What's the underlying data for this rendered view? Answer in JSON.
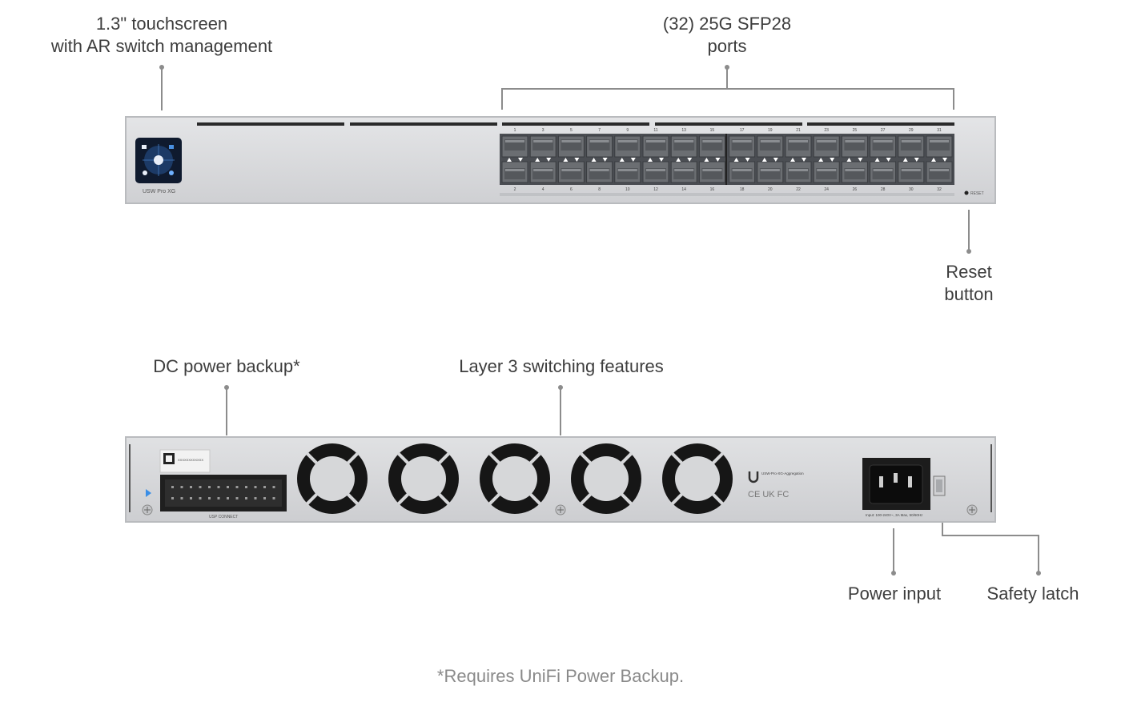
{
  "callouts": {
    "touchscreen": [
      "1.3\" touchscreen",
      "with AR switch management"
    ],
    "ports": [
      "(32) 25G SFP28",
      "ports"
    ],
    "reset": [
      "Reset",
      "button"
    ],
    "dc_power": "DC power backup*",
    "layer3": "Layer 3 switching features",
    "power_input": "Power input",
    "safety_latch": "Safety latch"
  },
  "footnote": "*Requires UniFi Power Backup.",
  "front": {
    "model_label": "USW Pro XG",
    "reset_label": "RESET",
    "top_port_numbers": [
      "1",
      "3",
      "5",
      "7",
      "9",
      "11",
      "13",
      "15",
      "17",
      "19",
      "21",
      "23",
      "25",
      "27",
      "29",
      "31"
    ],
    "bottom_port_numbers": [
      "2",
      "4",
      "6",
      "8",
      "10",
      "12",
      "14",
      "16",
      "18",
      "20",
      "22",
      "24",
      "26",
      "28",
      "30",
      "32"
    ]
  },
  "rear": {
    "usp_label": "USP CONNECT",
    "model_text": "USW-Pro-XG-Aggregation",
    "input_rating": "Input: 100-240V~, 3A Max, 50/60Hz",
    "cert_marks": "CE UK FC",
    "qr_label": "XXXXXXXXXXXX"
  },
  "colors": {
    "chassis": "#d9dadc",
    "chassis_edge": "#b9bbbe",
    "port": "#6b6e72",
    "fan": "#161616",
    "line": "#8c8c8c"
  }
}
